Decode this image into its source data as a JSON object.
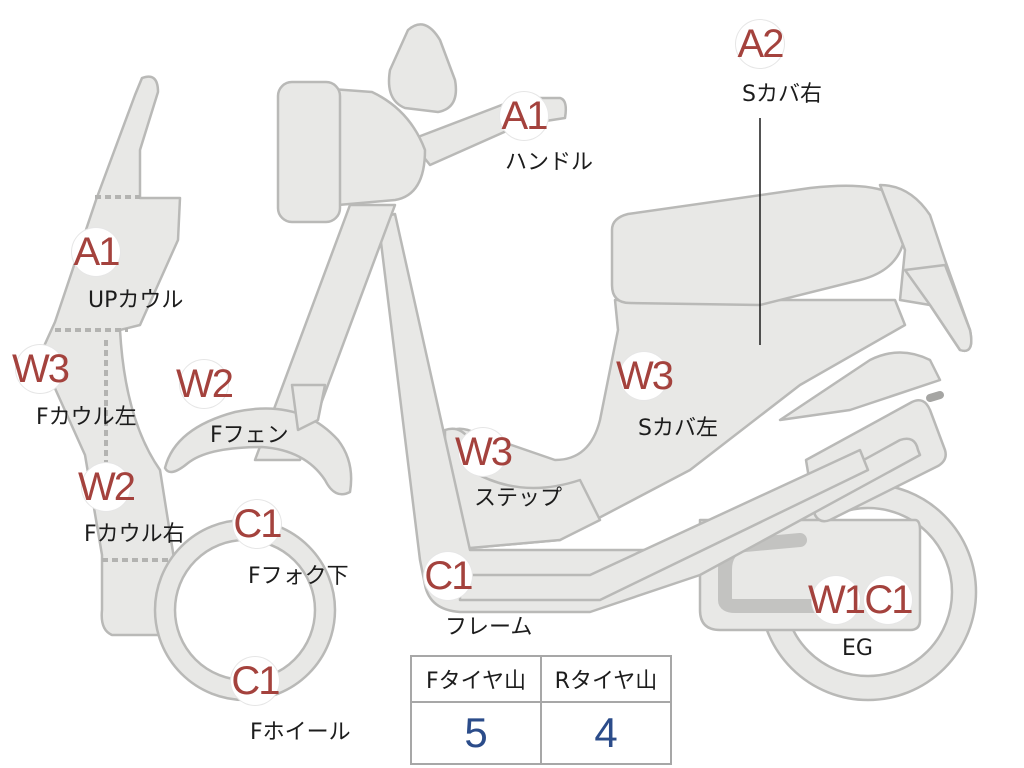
{
  "markers": [
    {
      "id": "upper-cowl",
      "code": "A1",
      "label": "UPカウル"
    },
    {
      "id": "front-cowl-left",
      "code": "W3",
      "label": "Fカウル左"
    },
    {
      "id": "front-cowl-right",
      "code": "W2",
      "label": "Fカウル右"
    },
    {
      "id": "front-fender",
      "code": "W2",
      "label": "Fフェン"
    },
    {
      "id": "front-fork-lower",
      "code": "C1",
      "label": "Fフォク下"
    },
    {
      "id": "front-wheel",
      "code": "C1",
      "label": "Fホイール"
    },
    {
      "id": "handle",
      "code": "A1",
      "label": "ハンドル"
    },
    {
      "id": "step",
      "code": "W3",
      "label": "ステップ"
    },
    {
      "id": "frame",
      "code": "C1",
      "label": "フレーム"
    },
    {
      "id": "side-cover-left",
      "code": "W3",
      "label": "Sカバ左"
    },
    {
      "id": "side-cover-right",
      "code": "A2",
      "label": "Sカバ右"
    },
    {
      "id": "engine",
      "code": "W1",
      "code2": "C1",
      "label": "EG"
    }
  ],
  "tyre_table": {
    "front_header": "Fタイヤ山",
    "front_value": "5",
    "rear_header": "Rタイヤ山",
    "rear_value": "4"
  },
  "colors": {
    "part_fill": "#e8e8e6",
    "outline": "#b9b9b7",
    "code": "#a4423d",
    "value": "#2b4c8a"
  }
}
